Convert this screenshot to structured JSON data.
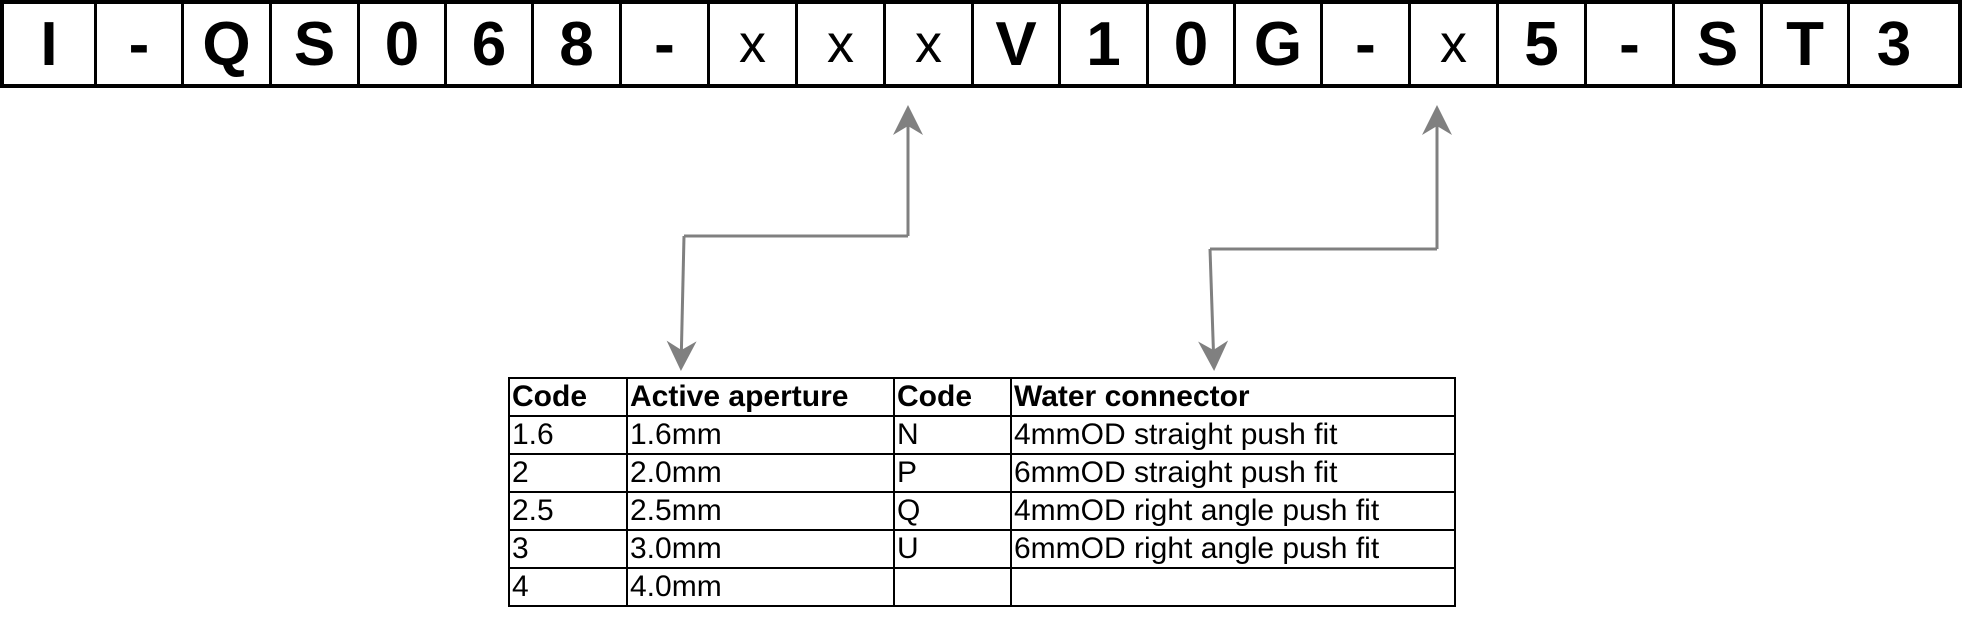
{
  "part_code": {
    "characters": [
      "I",
      "-",
      "Q",
      "S",
      "0",
      "6",
      "8",
      "-",
      "x",
      "x",
      "x",
      "V",
      "1",
      "0",
      "G",
      "-",
      "x",
      "5",
      "-",
      "S",
      "T",
      "3"
    ],
    "placeholder_character": "x"
  },
  "table": {
    "headers": [
      "Code",
      "Active aperture",
      "Code",
      "Water connector"
    ],
    "rows": [
      [
        "1.6",
        "1.6mm",
        "N",
        "4mmOD straight push fit"
      ],
      [
        "2",
        "2.0mm",
        "P",
        "6mmOD straight push fit"
      ],
      [
        "2.5",
        "2.5mm",
        "Q",
        "4mmOD right angle push fit"
      ],
      [
        "3",
        "3.0mm",
        "U",
        "6mmOD right angle push fit"
      ],
      [
        "4",
        "4.0mm",
        "",
        ""
      ]
    ]
  },
  "colors": {
    "connector_arrow": "#808080",
    "border": "#000000",
    "text": "#000000"
  }
}
